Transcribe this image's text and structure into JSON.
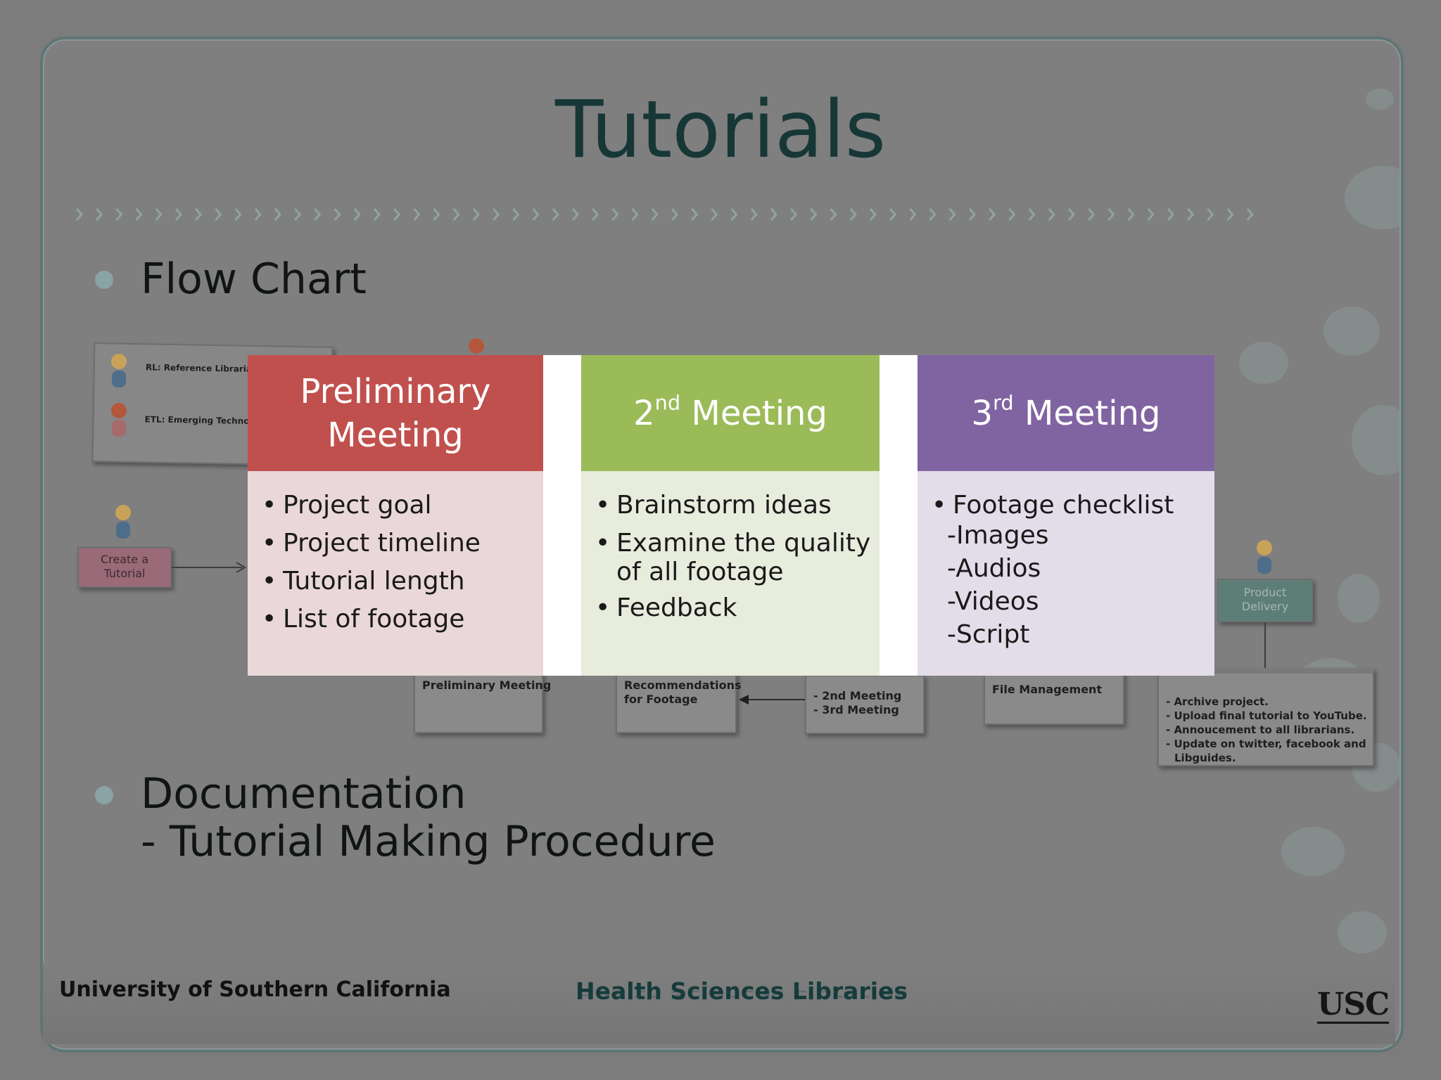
{
  "slide": {
    "title": "Tutorials",
    "bullets": [
      {
        "text": "Flow Chart"
      },
      {
        "line1": "Documentation",
        "line2": "- Tutorial Making Procedure"
      }
    ]
  },
  "background_flowchart": {
    "legend": [
      "RL: Reference Librarian",
      "ETL: Emerging Technologies Librarian"
    ],
    "start": {
      "line1": "Create a",
      "line2": "Tutorial"
    },
    "delivery": {
      "line1": "Product",
      "line2": "Delivery"
    },
    "boxes": [
      {
        "line1": "Preliminary Meeting"
      },
      {
        "line1": "Recommendations",
        "line2": "for Footage"
      },
      {
        "line1": "- 2nd Meeting",
        "line2": "- 3rd Meeting"
      },
      {
        "line1": "File Management"
      },
      {
        "lines": [
          "- Archive project.",
          "- Upload final tutorial to YouTube.",
          "- Annoucement to all librarians.",
          "- Update on twitter, facebook and",
          "  Libguides."
        ]
      }
    ]
  },
  "meetings": [
    {
      "header_line1": "Preliminary",
      "header_line2": "Meeting",
      "color": "#c0504d",
      "body_color": "#ead7d9",
      "items": [
        "Project goal",
        "Project timeline",
        "Tutorial length",
        "List of footage"
      ]
    },
    {
      "header_num": "2",
      "header_sup": "nd",
      "header_rest": " Meeting",
      "color": "#9bbb59",
      "body_color": "#e7ecdd",
      "items": [
        "Brainstorm ideas",
        "Examine the quality",
        "of all footage",
        "Feedback"
      ]
    },
    {
      "header_num": "3",
      "header_sup": "rd",
      "header_rest": " Meeting",
      "color": "#8064a2",
      "body_color": "#e3dde9",
      "items": [
        "Footage checklist"
      ],
      "subitems": [
        "-Images",
        "-Audios",
        "-Videos",
        "-Script"
      ]
    }
  ],
  "footer": {
    "left": "University of Southern California",
    "center": "Health Sciences Libraries",
    "logo": "USC"
  }
}
